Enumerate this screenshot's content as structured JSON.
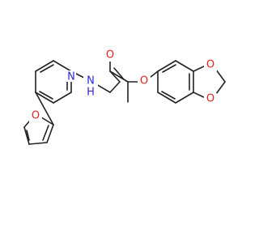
{
  "colors": {
    "bond": "#222222",
    "carbon": "#222222",
    "oxygen": "#e8211f",
    "nitrogen": "#2b2bd6",
    "hydrogen": "#2b2bd6"
  },
  "atoms": {
    "pyridine_n": "N",
    "amide_nh": "N",
    "amide_h": "H",
    "carbonyl_o": "O",
    "ether_o": "O",
    "dioxole_o_top": "O",
    "dioxole_o_bottom": "O",
    "furan_o": "O"
  }
}
